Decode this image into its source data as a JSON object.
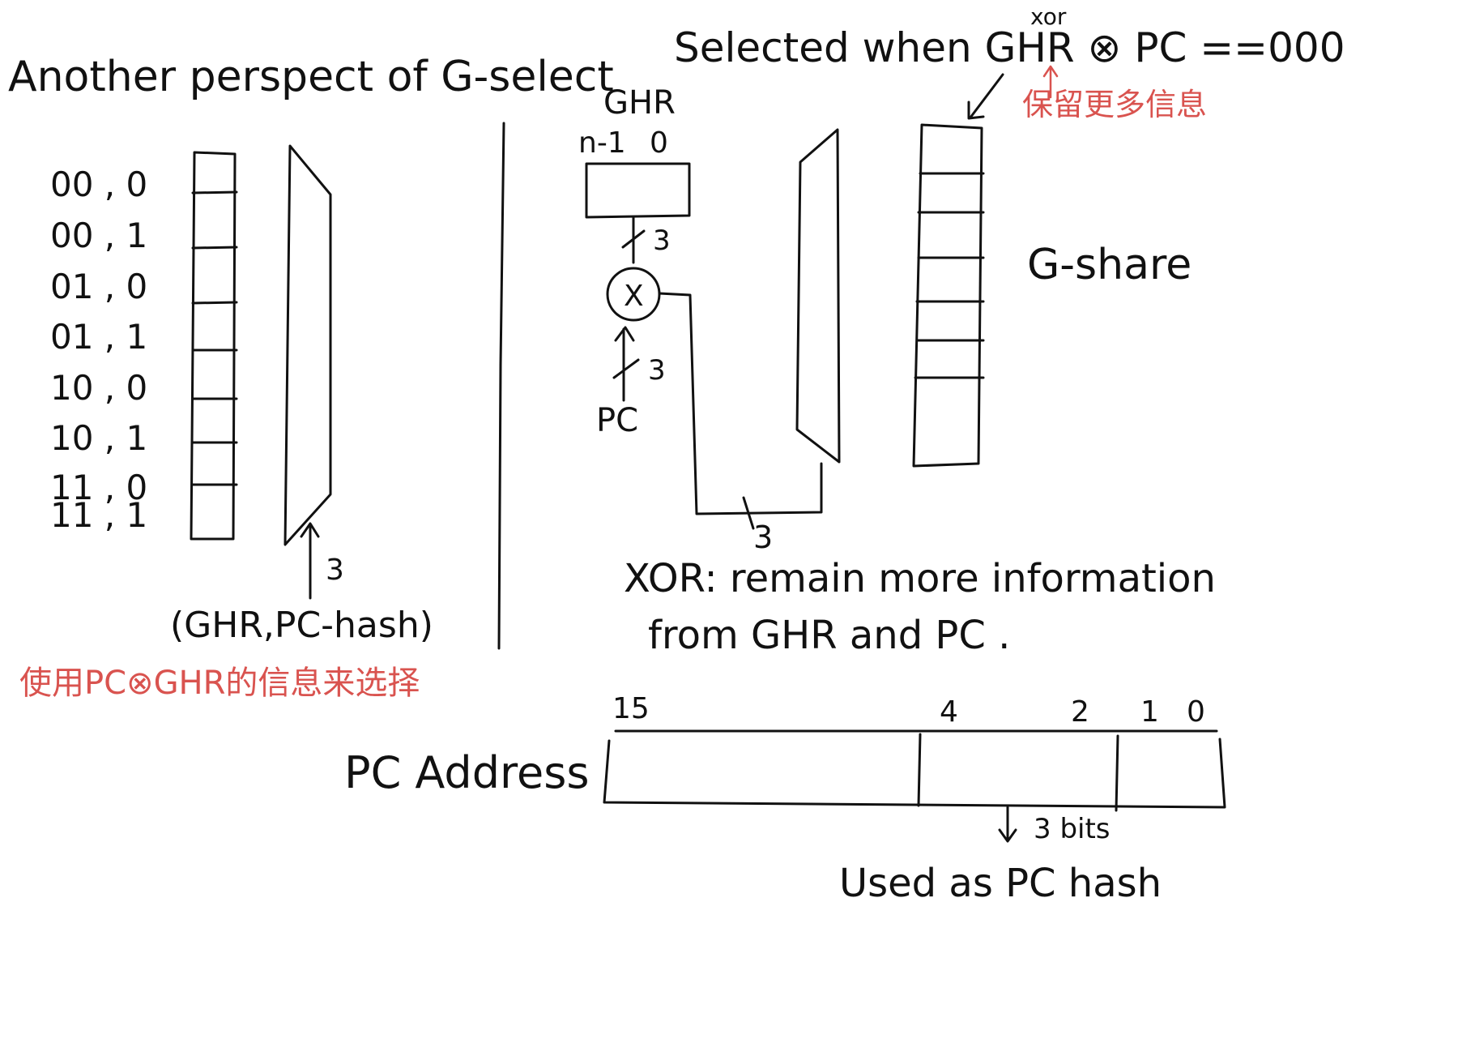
{
  "left": {
    "title": "Another perspect of G-select",
    "rows": [
      "00 , 0",
      "00 , 1",
      "01 , 0",
      "01 , 1",
      "10 , 0",
      "10 , 1",
      "11 , 0",
      "11 , 1"
    ],
    "mux_input_width": "3",
    "mux_input_label": "(GHR,PC-hash)",
    "red_note": "使用PC⊗GHR的信息来选择"
  },
  "right": {
    "title": "Selected when GHR ⊗ PC ==000",
    "xor_label": "xor",
    "red_note": "保留更多信息",
    "ghr_label": "GHR",
    "ghr_msb": "n-1",
    "ghr_lsb": "0",
    "xor_symbol": "X",
    "bus_ghr_width": "3",
    "bus_pc_width": "3",
    "pc_label": "PC",
    "bus_out_width": "3",
    "table_name": "G-share",
    "xor_note_line1": "XOR: remain more information",
    "xor_note_line2": "from GHR and PC ."
  },
  "pc_address": {
    "label": "PC Address",
    "bit_15": "15",
    "bit_4": "4",
    "bit_2": "2",
    "bit_1": "1",
    "bit_0": "0",
    "bits_label": "3 bits",
    "used_label": "Used as PC hash"
  }
}
